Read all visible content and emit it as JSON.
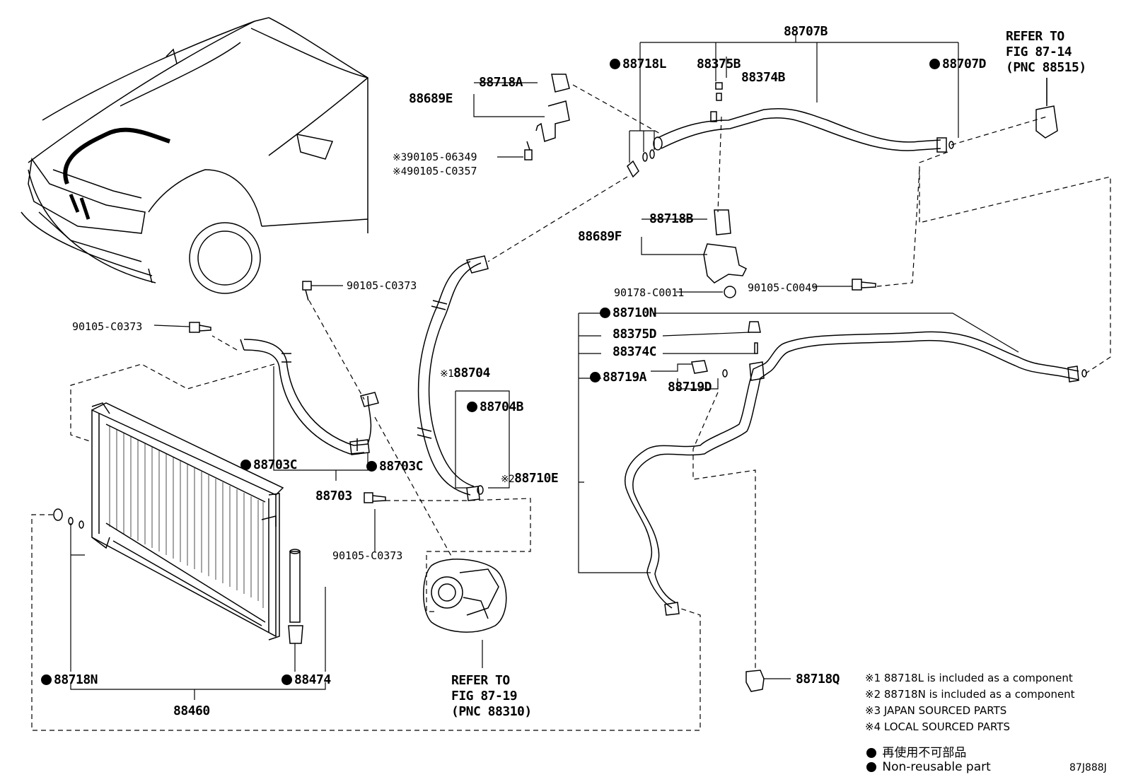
{
  "diagram": {
    "code": "87J888J",
    "labels": {
      "p88707B": "88707B",
      "p88718L": "88718L",
      "p88375B": "88375B",
      "p88374B": "88374B",
      "p88707D": "88707D",
      "p88718A": "88718A",
      "p88689E": "88689E",
      "p90105_06349": "90105-06349",
      "p90105_C0357": "90105-C0357",
      "mark3": "※3",
      "mark4": "※4",
      "mark1": "※1",
      "mark2": "※2",
      "p88718B": "88718B",
      "p88689F": "88689F",
      "p90178_C0011": "90178-C0011",
      "p90105_C0049": "90105-C0049",
      "p90105_C0373a": "90105-C0373",
      "p90105_C0373b": "90105-C0373",
      "p90105_C0373c": "90105-C0373",
      "p88710N": "88710N",
      "p88375D": "88375D",
      "p88374C": "88374C",
      "p88719A": "88719A",
      "p88719D": "88719D",
      "p88704": "88704",
      "p88704B": "88704B",
      "p88710E": "88710E",
      "p88703C_l": "88703C",
      "p88703C_r": "88703C",
      "p88703": "88703",
      "p88718N": "88718N",
      "p88474": "88474",
      "p88460": "88460",
      "p88718Q": "88718Q"
    },
    "refer_top": [
      "REFER TO",
      "FIG 87-14",
      "(PNC 88515)"
    ],
    "refer_bottom": [
      "REFER TO",
      "FIG 87-19",
      "(PNC 88310)"
    ],
    "notes": [
      "※1 88718L is included as a component",
      "※2 88718N is included as a component",
      "※3 JAPAN SOURCED PARTS",
      "※4 LOCAL SOURCED PARTS"
    ],
    "legend": [
      "再使用不可部品",
      "Non-reusable part"
    ]
  },
  "colors": {
    "ink": "#000000",
    "background": "#ffffff"
  }
}
